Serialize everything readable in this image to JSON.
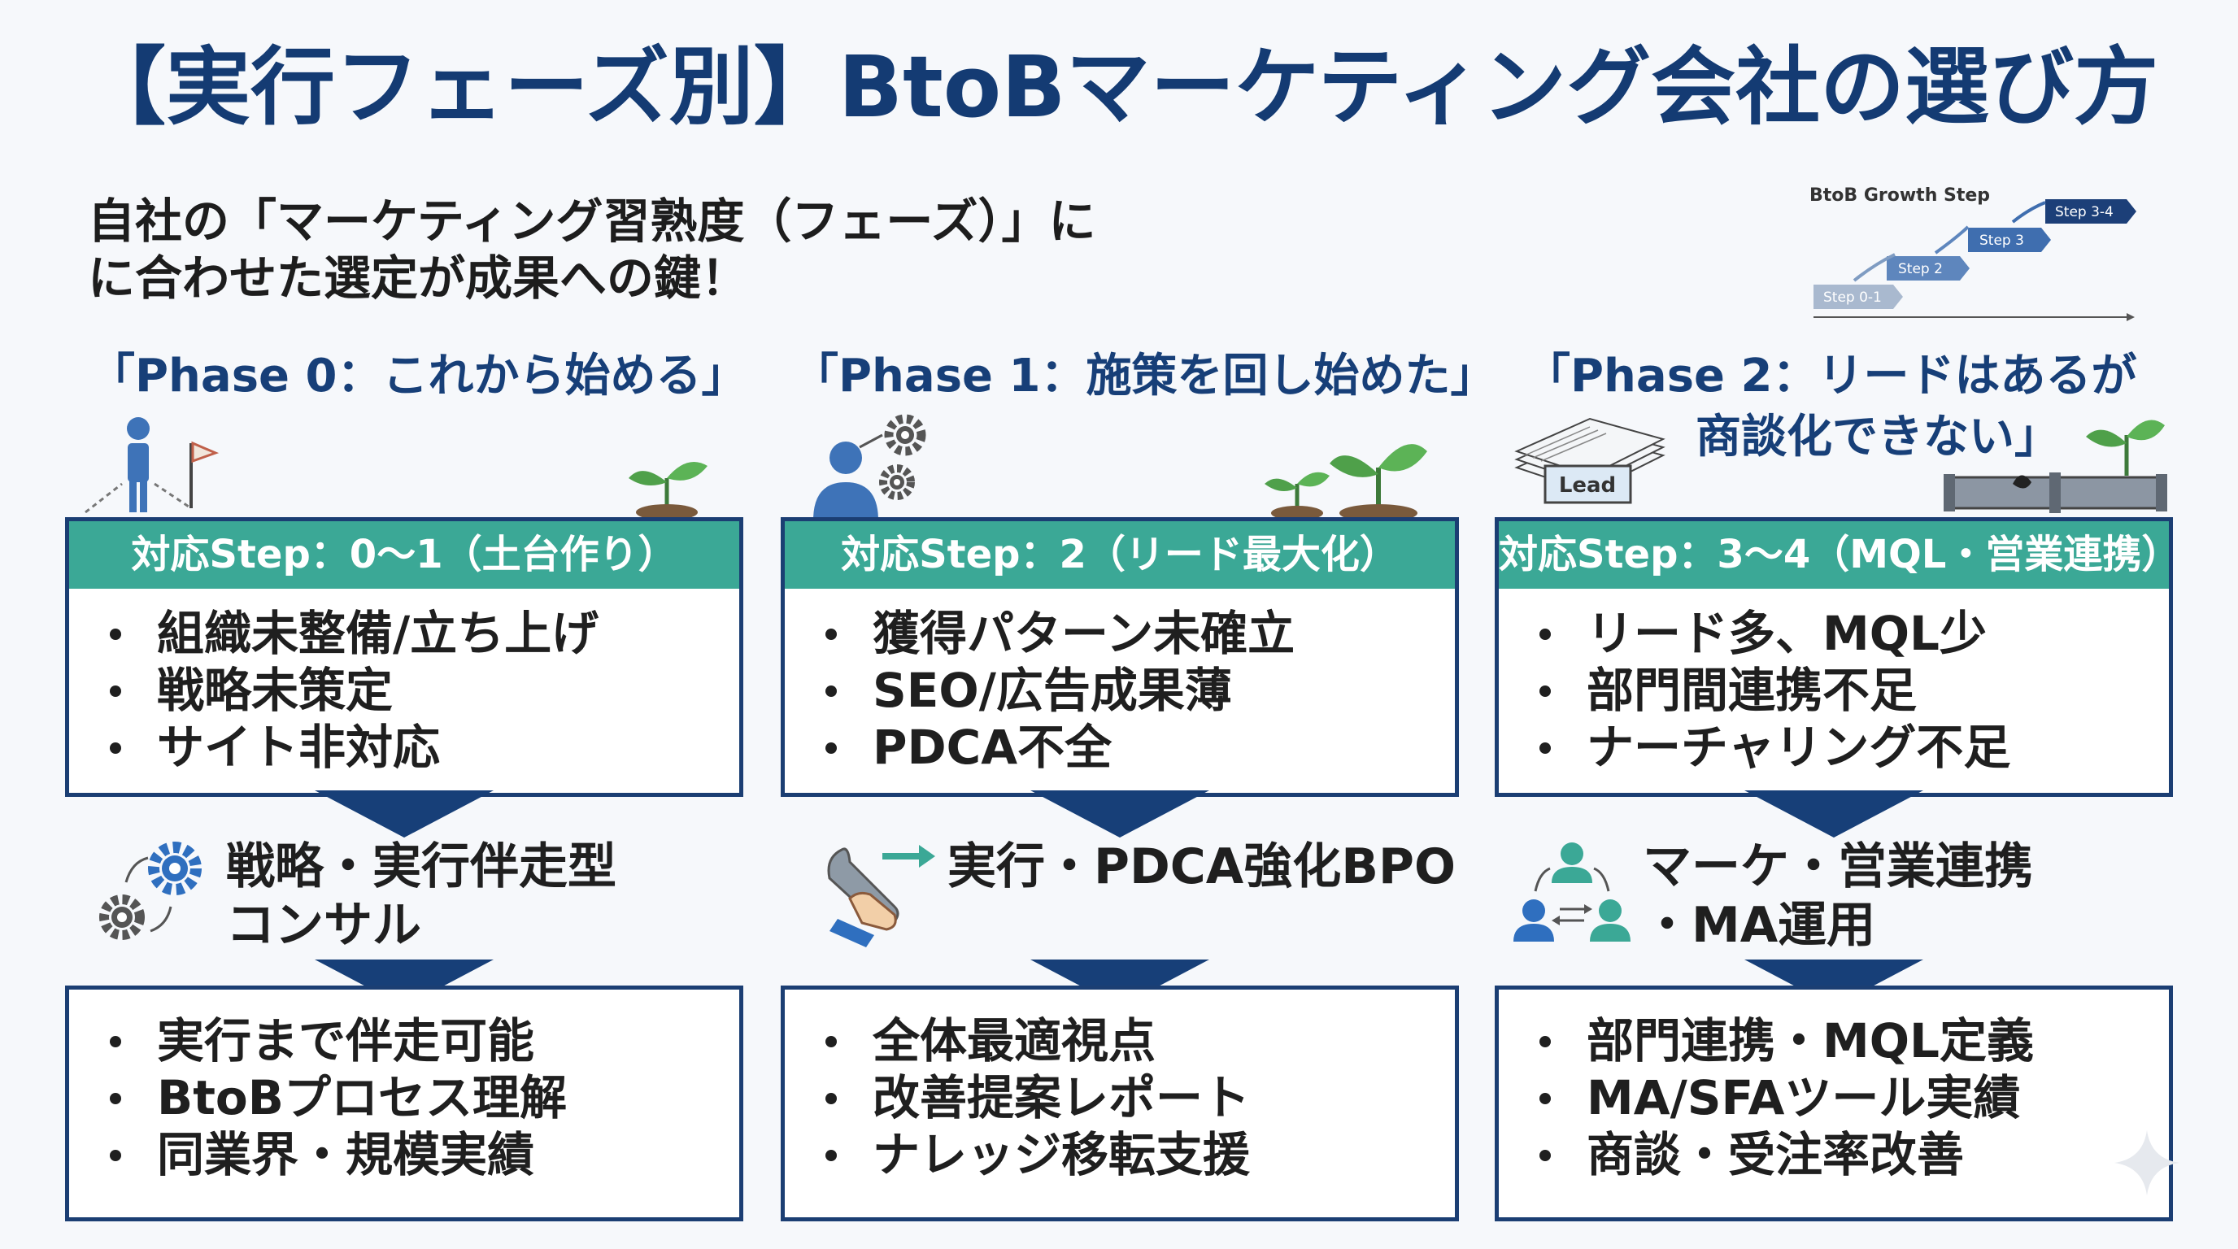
{
  "title": "【実行フェーズ別】BtoBマーケティング会社の選び方",
  "subtitle": {
    "line1": "自社の「マーケティング習熟度（フェーズ）」に",
    "line2": "に合わせた選定が成果への鍵！"
  },
  "growth_chart": {
    "title": "BtoB Growth Step",
    "steps": [
      "Step 0-1",
      "Step 2",
      "Step 3",
      "Step 3-4"
    ]
  },
  "colors": {
    "navy": "#143b73",
    "teal": "#3ba896",
    "border": "#1b3e73"
  },
  "phases": [
    {
      "title_line1": "「Phase 0：これから始める」",
      "title_line2": "",
      "step_label": "対応Step：0〜1（土台作り）",
      "issues": [
        "組織未整備/立ち上げ",
        "戦略未策定",
        "サイト非対応"
      ],
      "solution_line1": "戦略・実行伴走型",
      "solution_line2": "コンサル",
      "points": [
        "実行まで伴走可能",
        "BtoBプロセス理解",
        "同業界・規模実績"
      ],
      "icon": "person-flag-icon",
      "solution_icon": "gears-icon"
    },
    {
      "title_line1": "「Phase 1：施策を回し始めた」",
      "title_line2": "",
      "step_label": "対応Step：2（リード最大化）",
      "issues": [
        "獲得パターン未確立",
        "SEO/広告成果薄",
        "PDCA不全"
      ],
      "solution_line1": "実行・PDCA強化BPO",
      "solution_line2": "",
      "points": [
        "全体最適視点",
        "改善提案レポート",
        "ナレッジ移転支援"
      ],
      "icon": "person-gears-icon",
      "solution_icon": "wrench-icon"
    },
    {
      "title_line1": "「Phase 2：リードはあるが",
      "title_line2": "商談化できない」",
      "step_label": "対応Step：3〜4（MQL・営業連携）",
      "issues": [
        "リード多、MQL少",
        "部門間連携不足",
        "ナーチャリング不足"
      ],
      "solution_line1": "マーケ・営業連携",
      "solution_line2": "・MA運用",
      "points": [
        "部門連携・MQL定義",
        "MA/SFAツール実績",
        "商談・受注率改善"
      ],
      "icon": "lead-stack-icon",
      "icon_label": "Lead",
      "solution_icon": "team-exchange-icon"
    }
  ]
}
